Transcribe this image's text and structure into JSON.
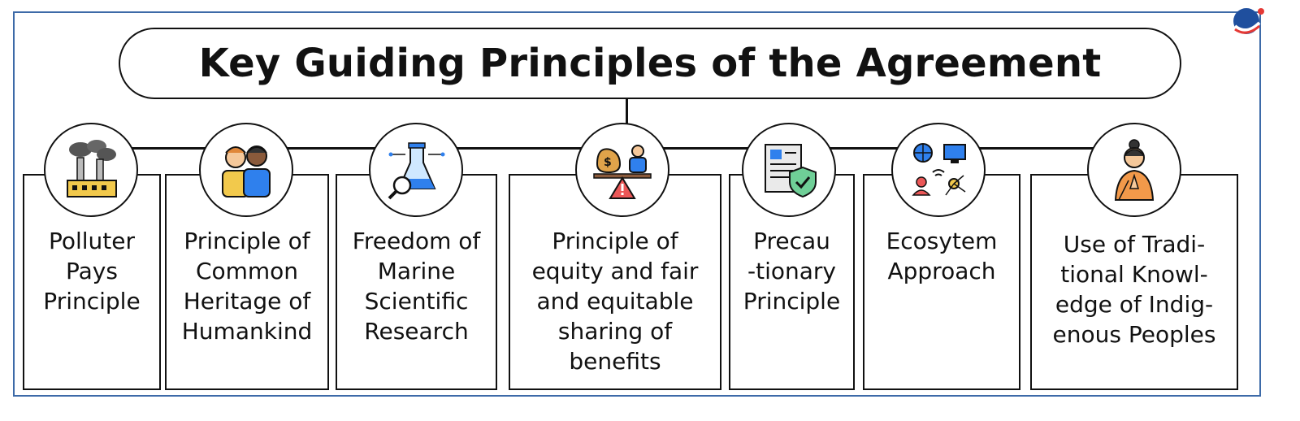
{
  "title": "Key Guiding Principles of the Agreement",
  "principles": [
    {
      "label": "Polluter Pays Principle",
      "lines": [
        "Polluter",
        "Pays",
        "Principle"
      ],
      "icon": "factory-pollution-icon"
    },
    {
      "label": "Principle of Common Heritage of Humankind",
      "lines": [
        "Principle of",
        "Common",
        "Heritage of",
        "Humankind"
      ],
      "icon": "people-together-icon"
    },
    {
      "label": "Freedom of Marine Scientific Research",
      "lines": [
        "Freedom of",
        "Marine",
        "Scientific",
        "Research"
      ],
      "icon": "science-flask-icon"
    },
    {
      "label": "Principle of equity and fair and equitable sharing of benefits",
      "lines": [
        "Principle of",
        "equity and fair",
        "and equitable",
        "sharing of",
        "benefits"
      ],
      "icon": "balance-scale-icon"
    },
    {
      "label": "Precautionary Principle",
      "lines": [
        "Precau",
        "-tionary",
        "Principle"
      ],
      "icon": "document-shield-icon"
    },
    {
      "label": "Ecosytem Approach",
      "lines": [
        "Ecosytem",
        "Approach"
      ],
      "icon": "network-ecosystem-icon"
    },
    {
      "label": "Use of Traditional Knowledge of Indigenous Peoples",
      "lines": [
        "Use of Tradi-",
        "tional Knowl-",
        "edge of Indig-",
        "enous Peoples"
      ],
      "icon": "indigenous-person-icon"
    }
  ],
  "colors": {
    "border": "#111111",
    "frame": "#3d6aa8",
    "accent_yellow": "#f2c94c",
    "accent_blue": "#2f80ed",
    "accent_red": "#eb5757"
  }
}
